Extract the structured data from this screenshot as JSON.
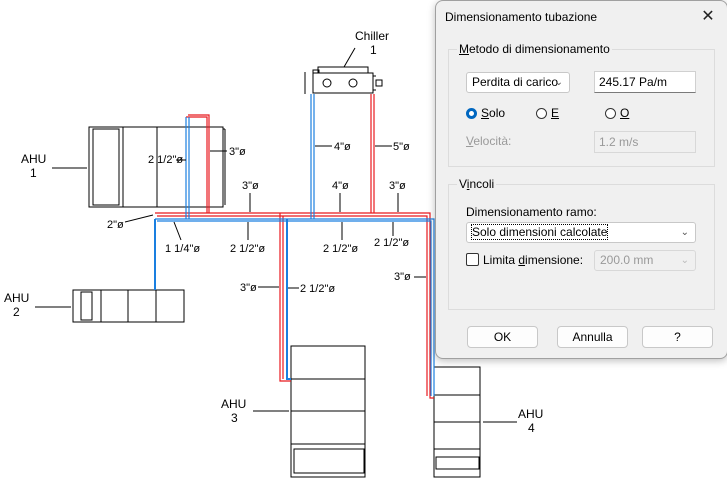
{
  "drawing": {
    "units": {
      "ahu1": {
        "label": "AHU",
        "number": "1"
      },
      "ahu2": {
        "label": "AHU",
        "number": "2"
      },
      "ahu3": {
        "label": "AHU",
        "number": "3"
      },
      "ahu4": {
        "label": "AHU",
        "number": "4"
      },
      "chiller": {
        "label": "Chiller",
        "number": "1"
      }
    },
    "pipe_sizes": {
      "ahu1_supply": "2 1/2\"ø",
      "ahu1_return": "3\"ø",
      "main_2in": "2\"ø",
      "main_114": "1 1/4\"ø",
      "seg1_red": "3\"ø",
      "seg1_blue": "2 1/2\"ø",
      "seg2_red": "4\"ø",
      "seg2_blue": "2 1/2\"ø",
      "seg3_red": "3\"ø",
      "seg3_blue": "2 1/2\"ø",
      "chiller_blue": "4\"ø",
      "chiller_red": "5\"ø",
      "ahu3_red": "3\"ø",
      "ahu3_blue": "2 1/2\"ø",
      "ahu4_red": "3\"ø"
    },
    "colors": {
      "supply": "#e8191e",
      "return": "#1a7fe0",
      "line": "#000000"
    }
  },
  "dialog": {
    "title": "Dimensionamento tubazione",
    "close_label": "✕",
    "method_group": {
      "label_u": "M",
      "label_rest": "etodo di dimensionamento",
      "method_select": "Perdita di carico",
      "value": "245.17 Pa/m",
      "radios": [
        {
          "u": "S",
          "rest": "olo",
          "selected": true
        },
        {
          "u": "E",
          "rest": "",
          "selected": false
        },
        {
          "u": "O",
          "rest": "",
          "selected": false
        }
      ],
      "velocity_label_u": "V",
      "velocity_label_rest": "elocità:",
      "velocity_value": "1.2 m/s"
    },
    "constraints_group": {
      "label_pre": "V",
      "label_u": "i",
      "label_rest": "ncoli",
      "branch_label": "Dimensionamento ramo:",
      "branch_select": "Solo dimensioni calcolate",
      "limit_pre": "Limita ",
      "limit_u": "d",
      "limit_rest": "imensione:",
      "limit_checked": false,
      "limit_value": "200.0 mm"
    },
    "buttons": {
      "ok": "OK",
      "cancel": "Annulla",
      "help": "?"
    }
  }
}
